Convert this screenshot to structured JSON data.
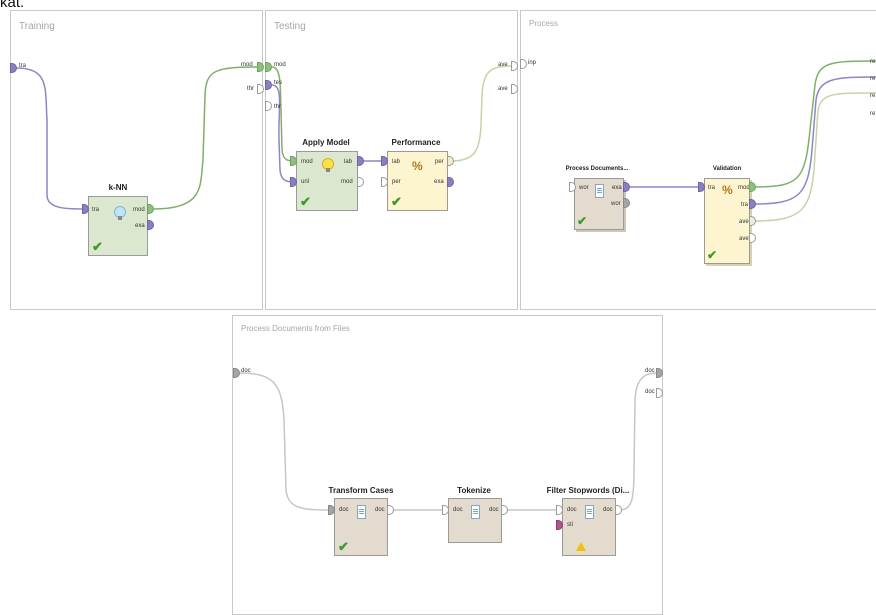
{
  "colors": {
    "wire_purple": "#8d86c9",
    "wire_green": "#7fb069",
    "wire_grey": "#b8b8b8",
    "op_green": "#dbe8cf",
    "op_yellow": "#fdf5cf",
    "op_beige": "#e3dbcd",
    "check_green": "#3f9a2e",
    "warning_yellow": "#f2c200"
  },
  "top_left_fragment": "kat.",
  "training": {
    "title": "Training",
    "in_port": "tra",
    "out_port": "mod",
    "knn": {
      "name": "k-NN",
      "icon": "lightbulb-icon",
      "in_tra": "tra",
      "out_mod": "mod",
      "out_exa": "exa"
    }
  },
  "testing": {
    "title": "Testing",
    "in_mod": "mod",
    "in_tes": "tes",
    "in_thr": "thr",
    "out_ave1": "ave",
    "out_ave2": "ave",
    "left_thr": "thr",
    "apply_model": {
      "name": "Apply Model",
      "icon": "lightbulb-icon",
      "in_mod": "mod",
      "in_unl": "unl",
      "out_lab": "lab",
      "out_mod": "mod"
    },
    "performance": {
      "name": "Performance",
      "icon": "performance-icon",
      "in_lab": "lab",
      "in_per": "per",
      "out_per": "per",
      "out_exa": "exa"
    }
  },
  "process": {
    "title": "Process",
    "in_port": "inp",
    "right_ports": [
      "re",
      "re",
      "re",
      "re"
    ],
    "process_documents": {
      "name": "Process Documents...",
      "icon": "document-icon",
      "in_wor": "wor",
      "out_exa": "exa",
      "out_wor": "wor"
    },
    "validation": {
      "name": "Validation",
      "icon": "performance-icon",
      "in_tra": "tra",
      "out_mod": "mod",
      "out_tra": "tra",
      "out_ave1": "ave",
      "out_ave2": "ave"
    }
  },
  "pdf": {
    "title": "Process Documents from Files",
    "in_doc": "doc",
    "out_doc1": "doc",
    "out_doc2": "doc",
    "transform_cases": {
      "name": "Transform Cases",
      "in_doc": "doc",
      "out_doc": "doc"
    },
    "tokenize": {
      "name": "Tokenize",
      "in_doc": "doc",
      "out_doc": "doc"
    },
    "filter_stopwords": {
      "name": "Filter Stopwords (Di...",
      "in_doc": "doc",
      "in_sti": "sti",
      "out_doc": "doc"
    }
  }
}
